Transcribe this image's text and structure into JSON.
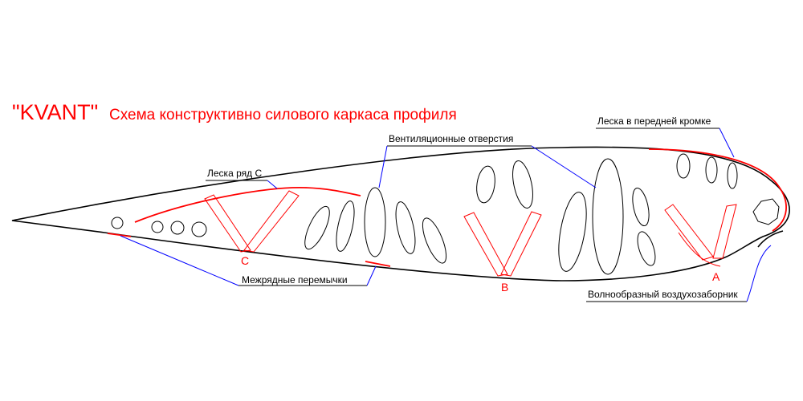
{
  "title": {
    "brand": "\"KVANT\"",
    "text": "Схема конструктивно силового каркаса профиля"
  },
  "callouts": {
    "leading_edge_line": "Леска в передней кромке",
    "ventilation_holes": "Вентиляционные отверстия",
    "row_c_line": "Леска ряд С",
    "cross_ties": "Межрядные перемычки",
    "air_intake": "Волнообразный воздухозаборник"
  },
  "rib_rows": {
    "a": "A",
    "b": "B",
    "c": "C"
  },
  "colors": {
    "outline": "#000000",
    "reinforcement": "#ff0000",
    "leader": "#0000ff",
    "title": "#ff0000"
  }
}
